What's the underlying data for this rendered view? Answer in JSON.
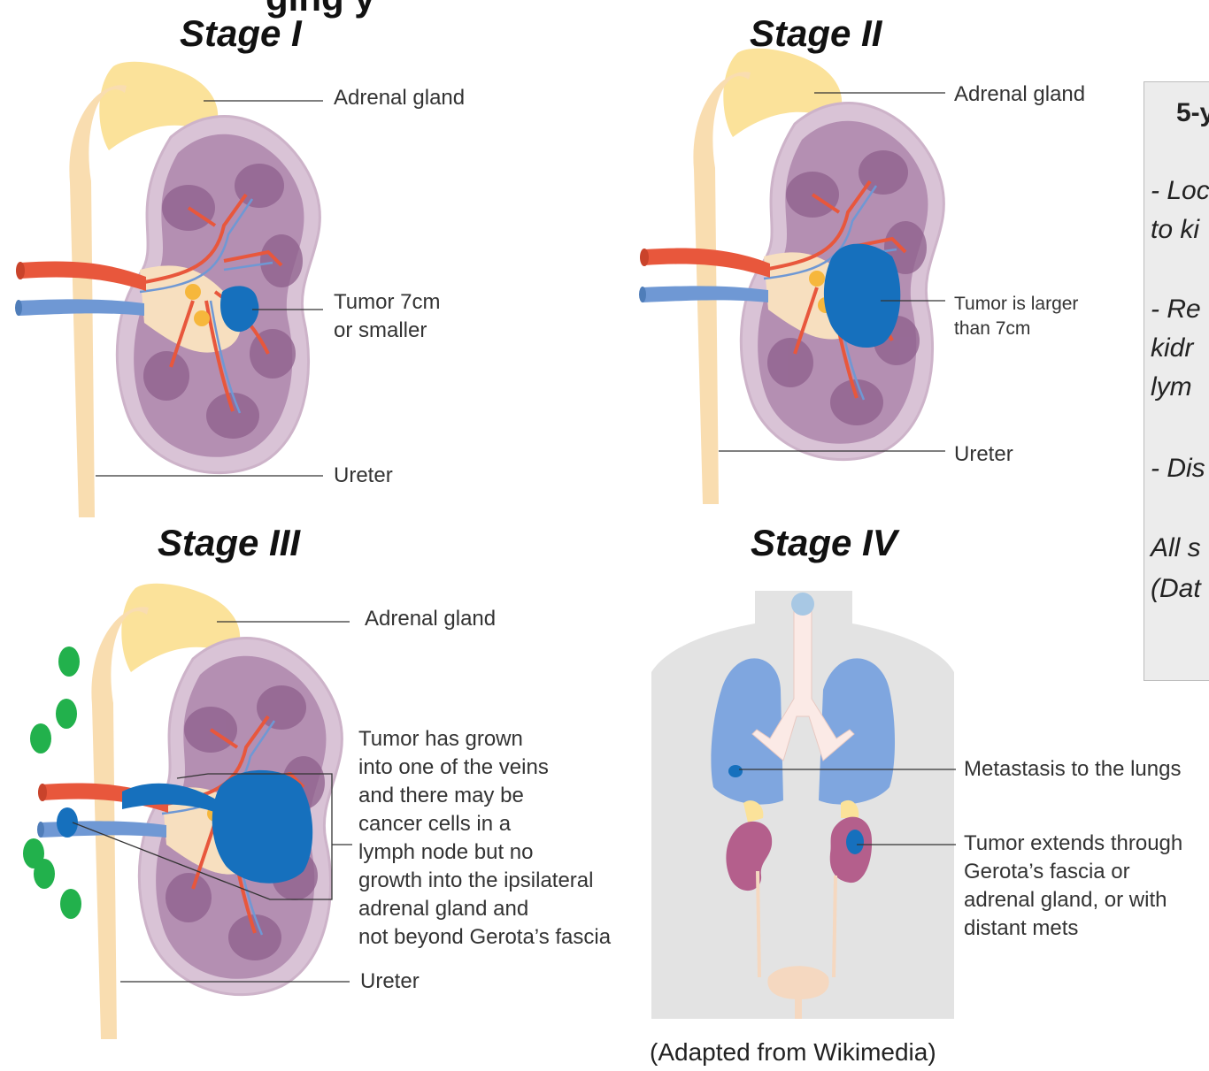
{
  "header": {
    "cut_title": "ging        y"
  },
  "stages": [
    {
      "title": "Stage I",
      "labels": {
        "adrenal": "Adrenal gland",
        "tumor": [
          "Tumor 7cm",
          "or smaller"
        ],
        "ureter": "Ureter"
      }
    },
    {
      "title": "Stage II",
      "labels": {
        "adrenal": "Adrenal gland",
        "tumor": [
          "Tumor is larger",
          "than 7cm"
        ],
        "ureter": "Ureter"
      }
    },
    {
      "title": "Stage III",
      "labels": {
        "adrenal": "Adrenal gland",
        "tumor": [
          "Tumor has grown",
          "into one of the veins",
          "and there may be",
          "cancer cells in a",
          "lymph node but no",
          "growth into the ipsilateral",
          "adrenal gland and",
          "not beyond Gerota’s fascia"
        ],
        "ureter": "Ureter"
      }
    },
    {
      "title": "Stage IV",
      "labels": {
        "lungs": "Metastasis to the lungs",
        "tumor": [
          "Tumor extends through",
          "Gerota’s fascia or",
          "adrenal gland, or with",
          "distant mets"
        ]
      }
    }
  ],
  "survival_box": {
    "heading": "5-y",
    "lines": [
      "- Loc",
      "to ki",
      "- Re",
      " kidr",
      " lym",
      "- Dis",
      "All s",
      "(Dat"
    ]
  },
  "caption": "(Adapted from Wikimedia)",
  "colors": {
    "kidney_outer": "#d9c3d6",
    "kidney_inner": "#b48fb2",
    "tumor": "#1670bd",
    "adrenal": "#fbe29a",
    "ureter": "#f9ddb0",
    "artery": "#e8573c",
    "vein": "#6f98d4",
    "lymph": "#22b14c",
    "body": "#e3e3e3",
    "lung": "#7fa6df"
  }
}
